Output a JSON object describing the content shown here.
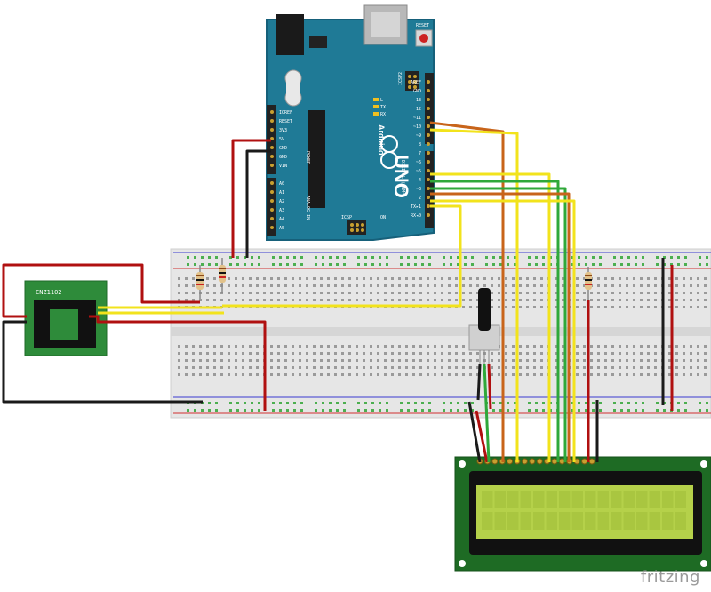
{
  "app": {
    "watermark": "fritzing"
  },
  "arduino": {
    "board_name": "UNO",
    "brand": "Arduino",
    "reset_label": "RESET",
    "icsp_label": "ICSP",
    "icsp2_label": "ICSP2",
    "on_label": "ON",
    "digital_label": "DIGITAL (PWM~)",
    "power_label": "POWER",
    "analog_label": "ANALOG IN",
    "power_pins": [
      "IOREF",
      "RESET",
      "3V3",
      "5V",
      "GND",
      "GND",
      "VIN"
    ],
    "analog_pins": [
      "A0",
      "A1",
      "A2",
      "A3",
      "A4",
      "A5"
    ],
    "digital_pins": [
      "AREF",
      "GND",
      "13",
      "12",
      "~11",
      "~10",
      "~9",
      "8",
      "7",
      "~6",
      "~5",
      "4",
      "~3",
      "2",
      "TX▸1",
      "RX◂0"
    ],
    "led_labels": [
      "L",
      "TX",
      "RX"
    ]
  },
  "sensor": {
    "label": "CNZ1102"
  },
  "lcd": {
    "type": "16x2 LCD"
  },
  "colors": {
    "arduino_board": "#1f7a96",
    "sensor_pcb": "#2e8b3a",
    "lcd_pcb": "#1e6b24",
    "lcd_screen": "#b5d14a",
    "wire_red": "#b01010",
    "wire_black": "#1a1a1a",
    "wire_yellow": "#f2e31c",
    "wire_orange": "#c8641a",
    "wire_green": "#2fa83a"
  }
}
